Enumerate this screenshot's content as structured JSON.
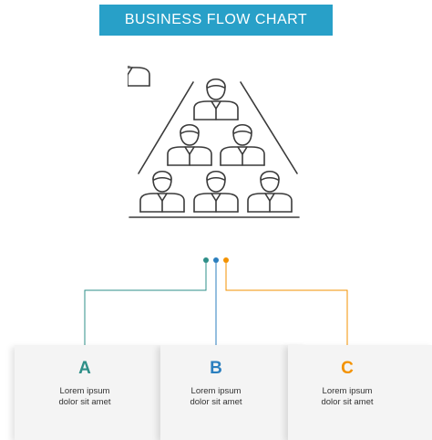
{
  "header": {
    "title": "BUSINESS FLOW CHART"
  },
  "colors": {
    "header_bg": "#28a0c8",
    "line_teal": "#2e8f88",
    "line_blue": "#2b7fbf",
    "line_orange": "#f39200",
    "icon_stroke": "#3a3a3a"
  },
  "illustration": {
    "icon": "team-pyramid-icon",
    "people_count": 6
  },
  "steps": [
    {
      "letter": "A",
      "text": "Lorem ipsum\ndolor sit amet",
      "color": "#2e8f88"
    },
    {
      "letter": "B",
      "text": "Lorem ipsum\ndolor sit amet",
      "color": "#2b7fbf"
    },
    {
      "letter": "C",
      "text": "Lorem ipsum\ndolor sit amet",
      "color": "#f39200"
    }
  ]
}
